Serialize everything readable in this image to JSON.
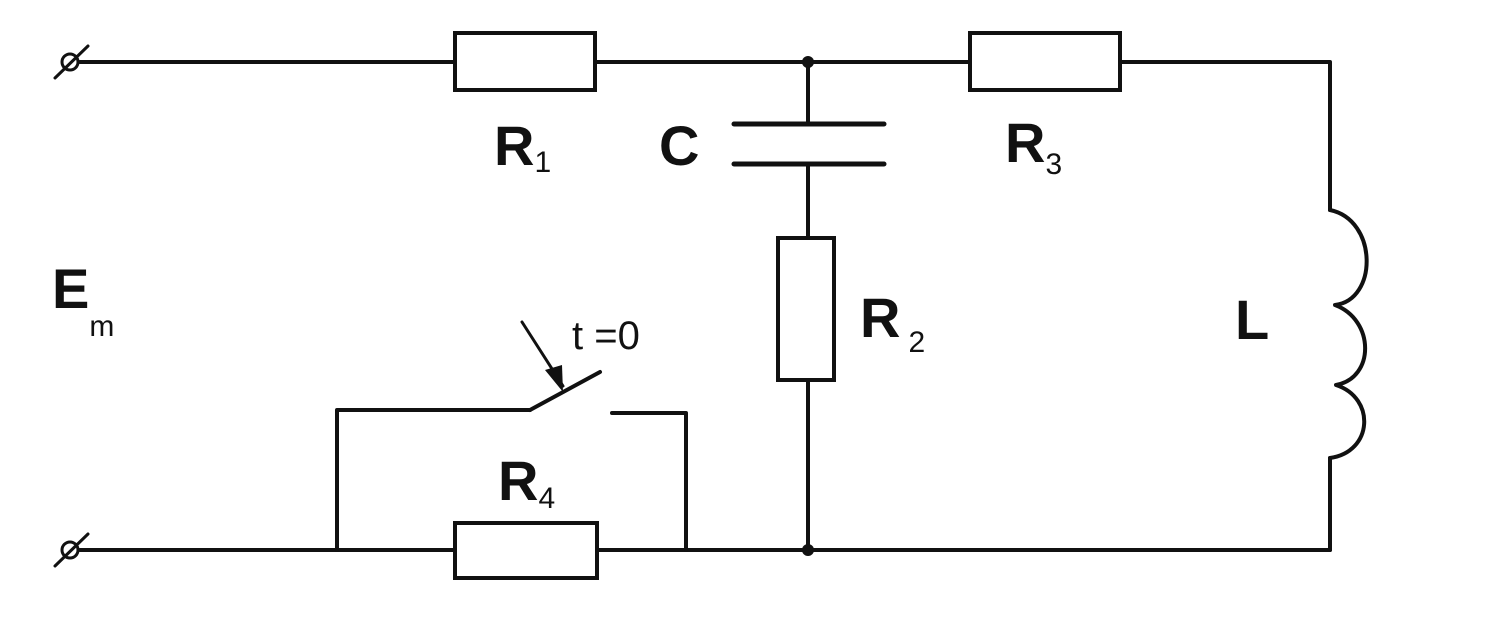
{
  "labels": {
    "source": {
      "main": "E",
      "sub": "m"
    },
    "r1": {
      "main": "R",
      "sub": "1"
    },
    "r2": {
      "main": "R",
      "sub": "2"
    },
    "r3": {
      "main": "R",
      "sub": "3"
    },
    "r4": {
      "main": "R",
      "sub": "4"
    },
    "c": "C",
    "l": "L",
    "switch": "t =0"
  }
}
